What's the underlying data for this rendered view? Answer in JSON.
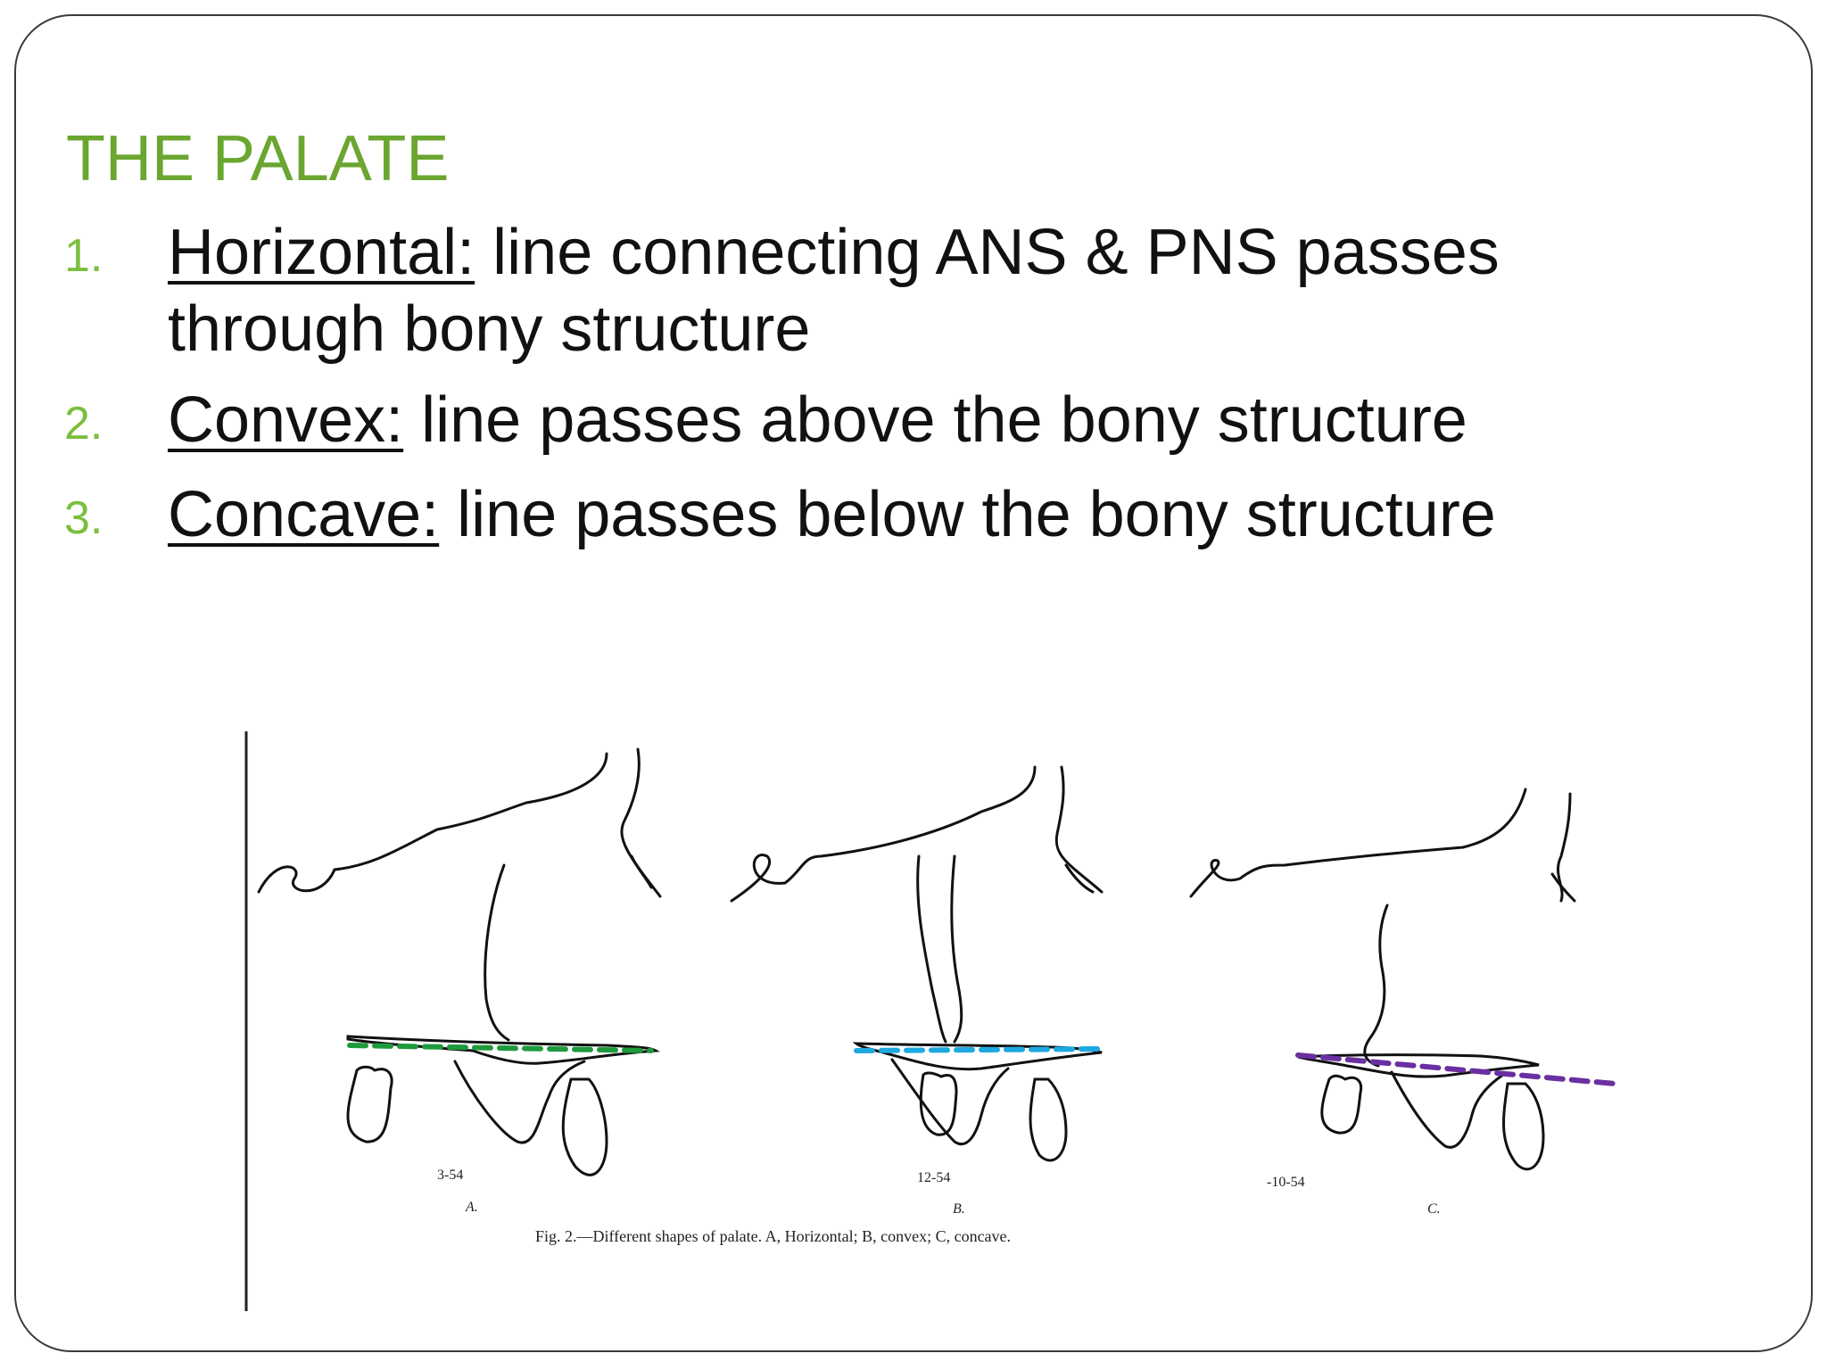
{
  "slide": {
    "title": "THE PALATE",
    "items": [
      {
        "number": "1.",
        "term": "Horizontal:",
        "text": " line connecting ANS & PNS passes through bony structure"
      },
      {
        "number": "2.",
        "term": "Convex:",
        "text": " line passes above the bony structure"
      },
      {
        "number": "3.",
        "term": "Concave:",
        "text": " line passes below the bony structure"
      }
    ]
  },
  "figure": {
    "caption": "Fig. 2.—Different shapes of palate.  A, Horizontal; B, convex; C, concave.",
    "panels": [
      {
        "code": "3-54",
        "letter": "A.",
        "line_color": "#1e9a3c"
      },
      {
        "code": "12-54",
        "letter": "B.",
        "line_color": "#1ea8e0"
      },
      {
        "code": "-10-54",
        "letter": "C.",
        "line_color": "#6a2fa0"
      }
    ]
  }
}
